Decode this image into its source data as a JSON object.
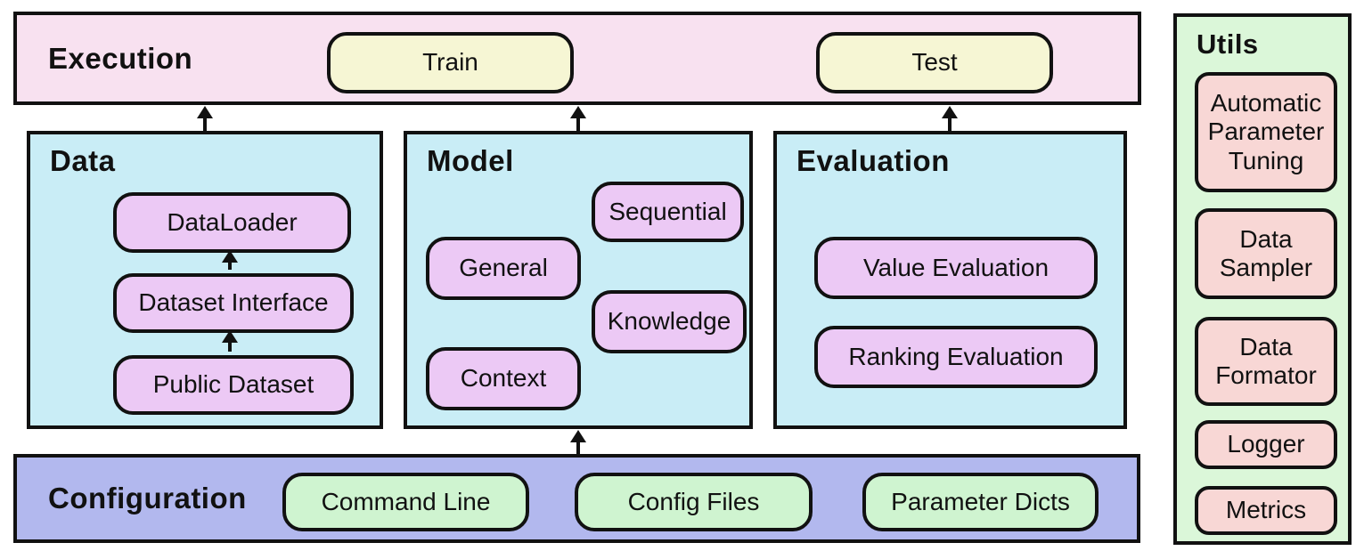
{
  "execution": {
    "title": "Execution",
    "train_label": "Train",
    "test_label": "Test"
  },
  "data_panel": {
    "title": "Data",
    "items": {
      "dataloader": "DataLoader",
      "dataset_interface": "Dataset Interface",
      "public_dataset": "Public Dataset"
    }
  },
  "model_panel": {
    "title": "Model",
    "items": {
      "sequential": "Sequential",
      "general": "General",
      "knowledge": "Knowledge",
      "context": "Context"
    }
  },
  "evaluation_panel": {
    "title": "Evaluation",
    "items": {
      "value_evaluation": "Value Evaluation",
      "ranking_evaluation": "Ranking Evaluation"
    }
  },
  "configuration": {
    "title": "Configuration",
    "items": {
      "command_line": "Command Line",
      "config_files": "Config Files",
      "parameter_dicts": "Parameter Dicts"
    }
  },
  "utils": {
    "title": "Utils",
    "items": {
      "automatic_parameter_tuning": "Automatic Parameter Tuning",
      "data_sampler": "Data Sampler",
      "data_formator": "Data Formator",
      "logger": "Logger",
      "metrics": "Metrics"
    }
  },
  "arrows": [
    {
      "from": "Data",
      "to": "Execution"
    },
    {
      "from": "Model",
      "to": "Execution"
    },
    {
      "from": "Evaluation",
      "to": "Execution"
    },
    {
      "from": "Configuration",
      "to": "Model"
    },
    {
      "from": "Public Dataset",
      "to": "Dataset Interface"
    },
    {
      "from": "Dataset Interface",
      "to": "DataLoader"
    }
  ],
  "colors": {
    "border": "#111111",
    "text": "#111111",
    "execution_bg": "#f8e1f0",
    "action_bg": "#f6f6d4",
    "stage_bg": "#c9edf6",
    "node_bg": "#ecc9f5",
    "config_bg": "#b2b8ee",
    "config_node_bg": "#cff4d0",
    "utils_bg": "#dbf7d9",
    "utils_node_bg": "#f8d7d5"
  }
}
